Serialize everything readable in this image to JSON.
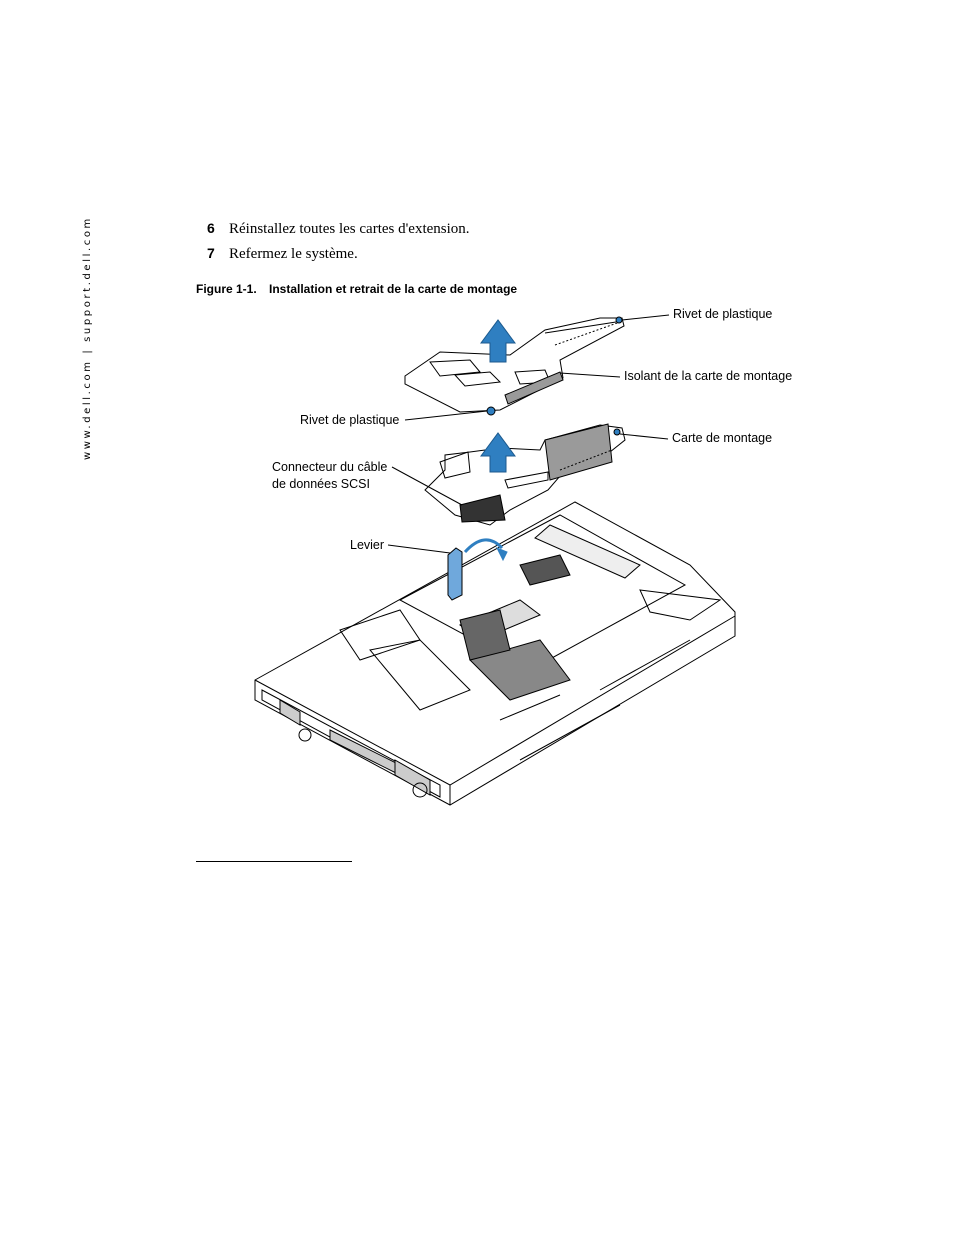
{
  "sidebar": {
    "url": "www.dell.com | support.dell.com"
  },
  "steps": [
    {
      "number": "6",
      "text": "Réinstallez toutes les cartes d'extension."
    },
    {
      "number": "7",
      "text": "Refermez le système."
    }
  ],
  "figure": {
    "label": "Figure 1-1.",
    "title": "Installation et retrait de la carte de montage",
    "callouts": {
      "rivet_top": "Rivet de plastique",
      "insulator": "Isolant de la carte de montage",
      "rivet_left": "Rivet de plastique",
      "riser_card": "Carte de montage",
      "scsi_line1": "Connecteur du câble",
      "scsi_line2": "de données SCSI",
      "lever": "Levier"
    }
  },
  "colors": {
    "arrow_blue": "#2f7fc1",
    "line": "#000000",
    "shade": "#cfcfcf"
  }
}
